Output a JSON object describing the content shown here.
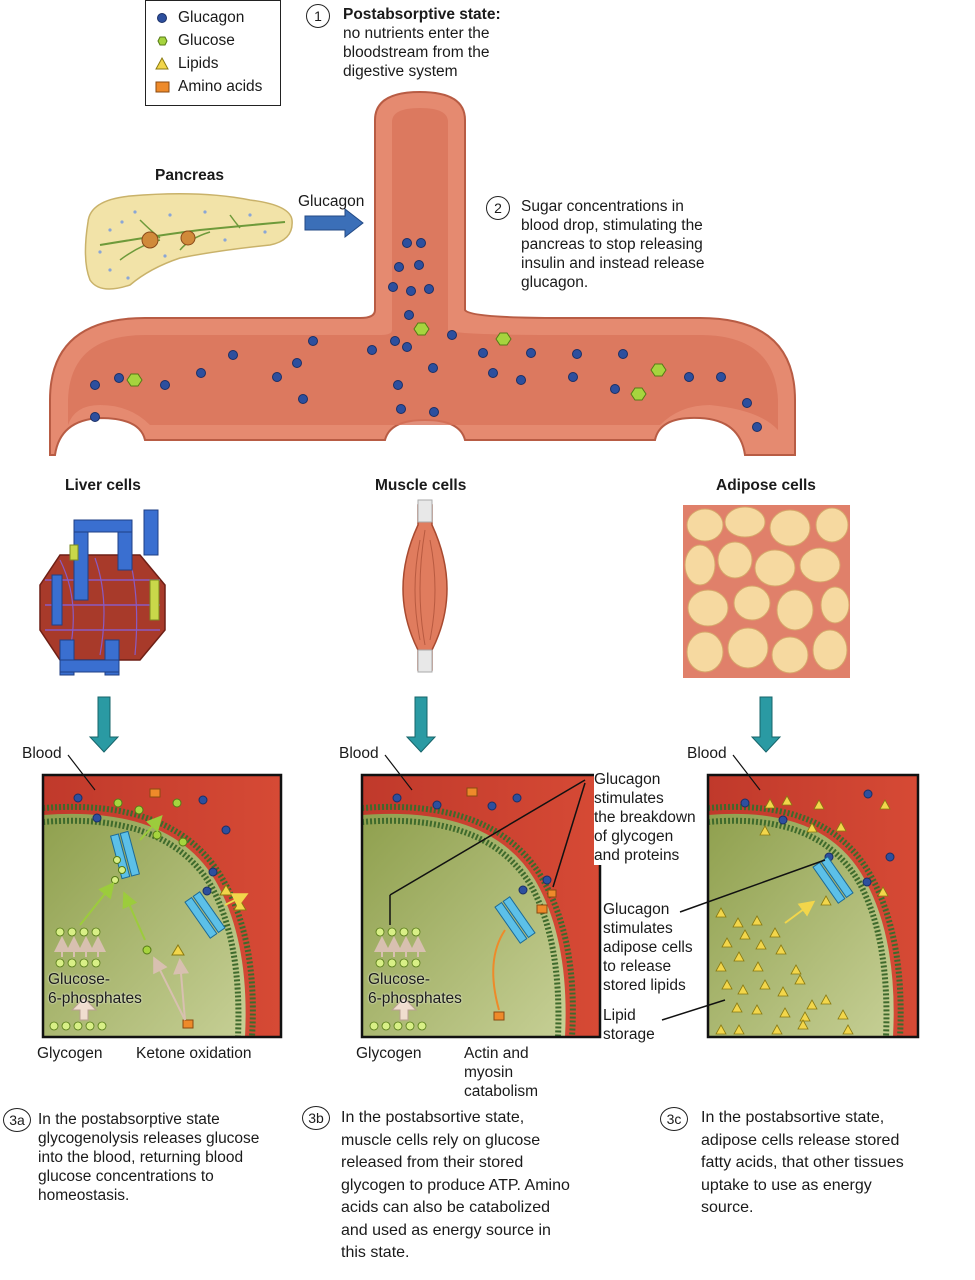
{
  "legend": {
    "items": [
      {
        "label": "Glucagon",
        "icon": "glucagon-dot"
      },
      {
        "label": "Glucose",
        "icon": "glucose-hexagon"
      },
      {
        "label": "Lipids",
        "icon": "lipid-triangle"
      },
      {
        "label": "Amino acids",
        "icon": "amino-acid-square"
      }
    ]
  },
  "step1": {
    "number": "1",
    "title": "Postabsorptive state:",
    "text": "no nutrients enter the\nbloodstream from the\ndigestive system"
  },
  "step2": {
    "number": "2",
    "text": "Sugar concentrations in\nblood drop, stimulating the\npancreas to stop releasing\ninsulin and instead release\nglucagon."
  },
  "pancreas": {
    "label": "Pancreas",
    "arrow_label": "Glucagon"
  },
  "cells": {
    "liver": "Liver cells",
    "muscle": "Muscle cells",
    "adipose": "Adipose cells"
  },
  "panel_a": {
    "blood": "Blood",
    "glucose6p": "Glucose-\n6-phosphates",
    "glycogen": "Glycogen",
    "ketone": "Ketone oxidation"
  },
  "panel_b": {
    "blood": "Blood",
    "glucose6p": "Glucose-\n6-phosphates",
    "glycogen": "Glycogen",
    "actin": "Actin and\nmyosin\ncatabolism",
    "callout": "Glucagon\nstimulates\nthe breakdown\nof glycogen\nand proteins"
  },
  "panel_c": {
    "blood": "Blood",
    "callout": "Glucagon\nstimulates\nadipose cells\nto release\nstored lipids",
    "lipid_storage": "Lipid\nstorage"
  },
  "captions": {
    "a": {
      "number": "3a",
      "text": "In the postabsorptive state\nglycogenolysis releases glucose\ninto the blood, returning blood\nglucose concentrations to\nhomeostasis."
    },
    "b": {
      "number": "3b",
      "text": "In the postabsortive state,\nmuscle cells rely on glucose\nreleased from their stored\nglycogen to produce ATP. Amino\nacids can also be catabolized\nand used as energy source in\nthis state."
    },
    "c": {
      "number": "3c",
      "text": "In the postabsortive state,\nadipose cells release stored\nfatty acids, that other tissues\nuptake to use as energy\nsource."
    }
  },
  "colors": {
    "vessel": "#e58a70",
    "vessel_inner": "#d9745b",
    "glucagon": "#2d4f9e",
    "glucose": "#9ccc3c",
    "lipid": "#f2d64b",
    "amino": "#ee8a2a",
    "blood": "#c8392b",
    "cytoplasm": "#a8b86a",
    "arrow": "#2a9aa3"
  }
}
